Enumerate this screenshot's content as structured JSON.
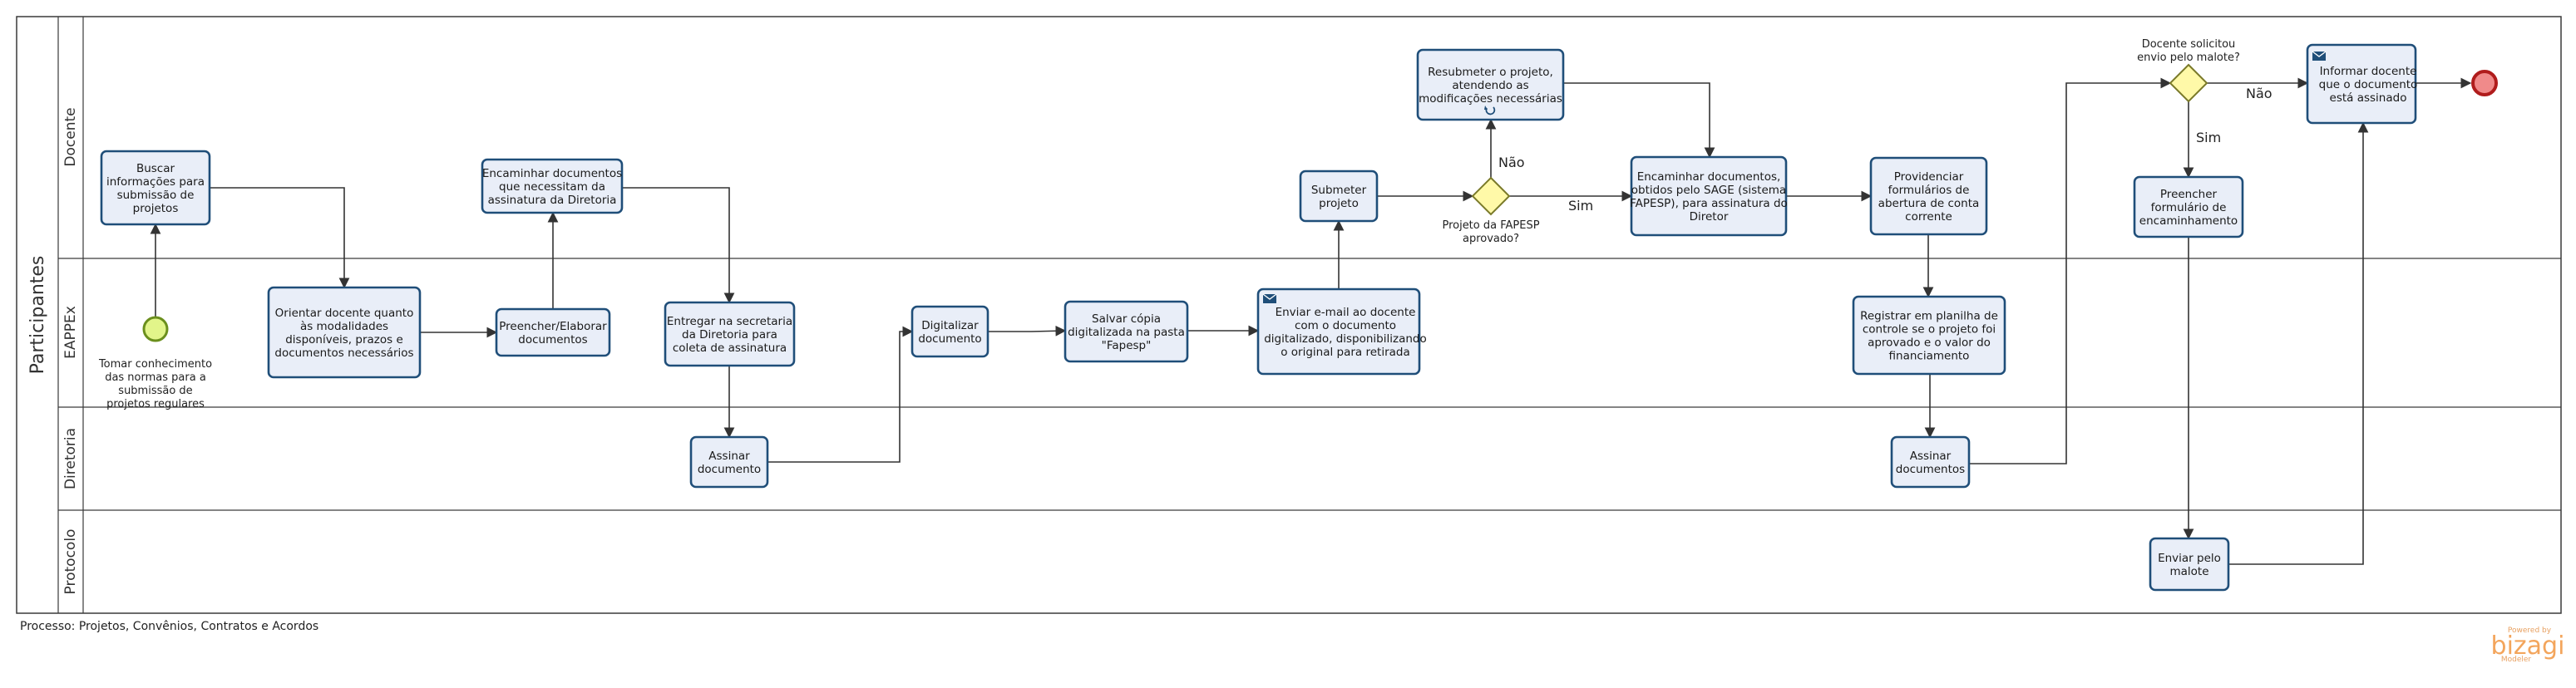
{
  "pool_label": "Participantes",
  "lanes": [
    {
      "id": "docente",
      "label": "Docente"
    },
    {
      "id": "eappex",
      "label": "EAPPEx"
    },
    {
      "id": "diretoria",
      "label": "Diretoria"
    },
    {
      "id": "protocolo",
      "label": "Protocolo"
    }
  ],
  "start_event": {
    "label": [
      "Tomar conhecimento",
      "das normas para a",
      "submissão de",
      "projetos regulares"
    ]
  },
  "tasks": [
    {
      "id": "t1",
      "lines": [
        "Buscar",
        "informações para",
        "submissão de",
        "projetos"
      ]
    },
    {
      "id": "t2",
      "lines": [
        "Orientar docente quanto",
        "às modalidades",
        "disponíveis, prazos e",
        "documentos necessários"
      ]
    },
    {
      "id": "t3",
      "lines": [
        "Preencher/Elaborar",
        "documentos"
      ]
    },
    {
      "id": "t4",
      "lines": [
        "Encaminhar documentos",
        "que necessitam da",
        "assinatura da Diretoria"
      ]
    },
    {
      "id": "t5",
      "lines": [
        "Entregar na secretaria",
        "da Diretoria para",
        "coleta de assinatura"
      ]
    },
    {
      "id": "t6",
      "lines": [
        "Assinar",
        "documento"
      ]
    },
    {
      "id": "t7",
      "lines": [
        "Digitalizar",
        "documento"
      ]
    },
    {
      "id": "t8",
      "lines": [
        "Salvar cópia",
        "digitalizada na pasta",
        "\"Fapesp\""
      ]
    },
    {
      "id": "t9",
      "lines": [
        "Enviar e-mail ao docente",
        "com o documento",
        "digitalizado, disponibilizando",
        "o original para retirada"
      ]
    },
    {
      "id": "t10",
      "lines": [
        "Submeter",
        "projeto"
      ]
    },
    {
      "id": "t11",
      "lines": [
        "Resubmeter o projeto,",
        "atendendo as",
        "modificações necessárias"
      ]
    },
    {
      "id": "t12",
      "lines": [
        "Encaminhar documentos,",
        "obtidos pelo SAGE (sistema",
        "FAPESP), para assinatura do",
        "Diretor"
      ]
    },
    {
      "id": "t13",
      "lines": [
        "Providenciar",
        "formulários de",
        "abertura de conta",
        "corrente"
      ]
    },
    {
      "id": "t14",
      "lines": [
        "Registrar em planilha de",
        "controle se o projeto foi",
        "aprovado e o valor do",
        "financiamento"
      ]
    },
    {
      "id": "t15",
      "lines": [
        "Assinar",
        "documentos"
      ]
    },
    {
      "id": "t16",
      "lines": [
        "Preencher",
        "formulário de",
        "encaminhamento"
      ]
    },
    {
      "id": "t17",
      "lines": [
        "Enviar pelo",
        "malote"
      ]
    },
    {
      "id": "t18",
      "lines": [
        "Informar docente",
        "que o documento",
        "está assinado"
      ]
    }
  ],
  "gateways": [
    {
      "id": "g1",
      "label": [
        "Projeto da FAPESP",
        "aprovado?"
      ]
    },
    {
      "id": "g2",
      "label": [
        "Docente solicitou",
        "envio pelo malote?"
      ]
    }
  ],
  "flow_labels": {
    "g1_no": "Não",
    "g1_yes": "Sim",
    "g2_no": "Não",
    "g2_yes": "Sim"
  },
  "footer": "Processo: Projetos, Convênios, Contratos e Acordos",
  "brand": {
    "powered": "Powered by",
    "name": "bizagi",
    "edition": "Modeler"
  },
  "icons": [
    "envelope-icon",
    "loop-icon"
  ],
  "colors": {
    "task_fill": "#e9eef8",
    "task_stroke": "#1f4e79",
    "gateway_fill": "#fff9a8",
    "start_fill": "#e2f58a",
    "end_fill": "#f08a8a"
  }
}
